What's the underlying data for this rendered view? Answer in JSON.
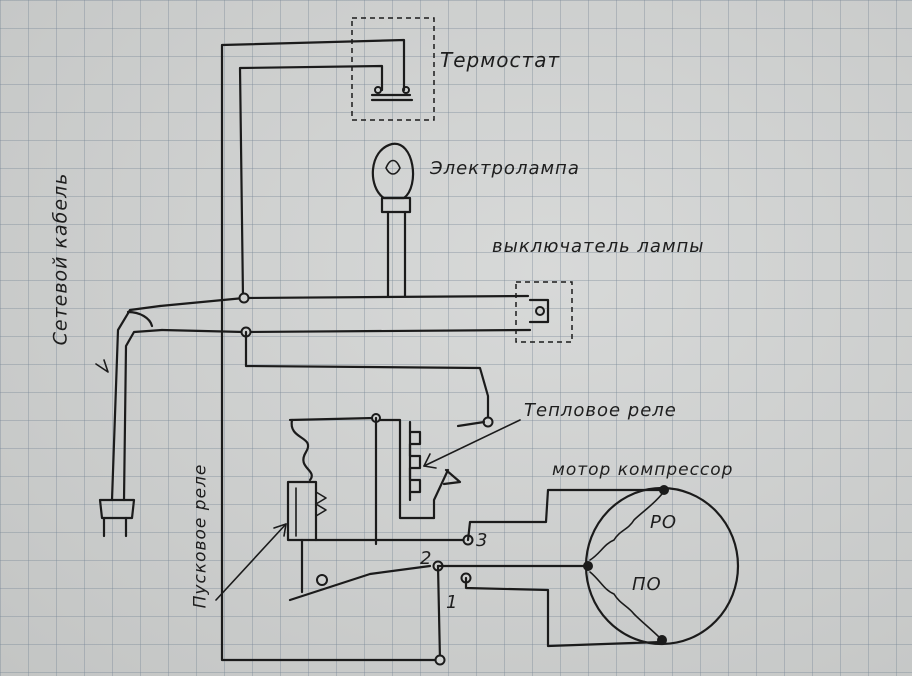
{
  "labels": {
    "thermostat": "Термостат",
    "lamp": "Электролампа",
    "lamp_switch": "выключатель лампы",
    "thermal_relay": "Тепловое реле",
    "start_relay": "Пусковое реле",
    "power_cable": "Сетевой кабель",
    "motor": "мотор компрессор",
    "winding_run": "РО",
    "winding_start": "ПО",
    "terminal_1": "1",
    "terminal_2": "2",
    "terminal_3": "3"
  },
  "colors": {
    "ink": "#1b1b1b",
    "paper": "#cfd1d0",
    "grid": "#8a97a4"
  }
}
